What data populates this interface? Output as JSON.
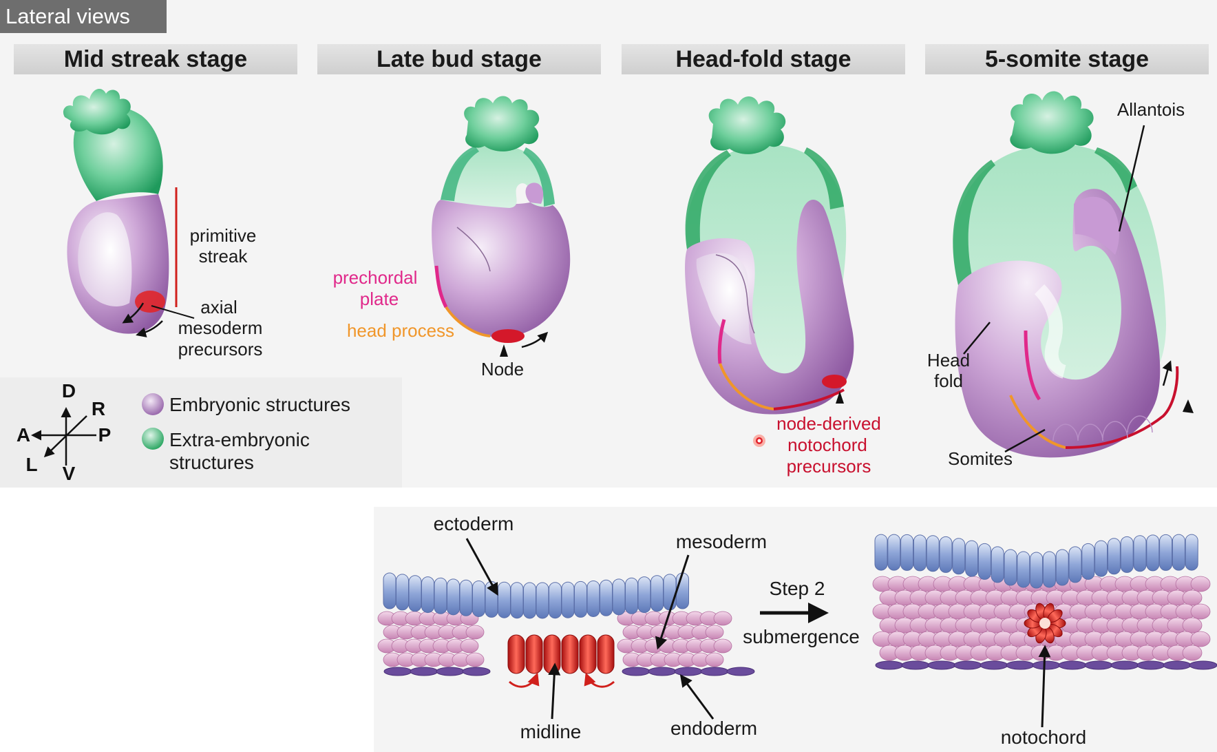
{
  "corner_tag": "Lateral views",
  "stages": [
    {
      "title": "Mid streak stage"
    },
    {
      "title": "Late bud stage"
    },
    {
      "title": "Head-fold stage"
    },
    {
      "title": "5-somite stage"
    }
  ],
  "labels": {
    "primitive_streak": [
      "primitive",
      "streak"
    ],
    "axial_mesoderm": [
      "axial",
      "mesoderm",
      "precursors"
    ],
    "prechordal_plate": [
      "prechordal",
      "plate"
    ],
    "head_process": "head process",
    "node": "Node",
    "node_derived": [
      "node-derived",
      "notochord",
      "precursors"
    ],
    "allantois": "Allantois",
    "head_fold": [
      "Head",
      "fold"
    ],
    "somites": "Somites"
  },
  "axes": {
    "D": "D",
    "V": "V",
    "A": "A",
    "P": "P",
    "R": "R",
    "L": "L"
  },
  "legend": [
    {
      "label": [
        "Embryonic structures"
      ],
      "color": "#b48cc0"
    },
    {
      "label": [
        "Extra-embryonic",
        "structures"
      ],
      "color": "#3fb580"
    }
  ],
  "section": {
    "ectoderm": "ectoderm",
    "mesoderm": "mesoderm",
    "endoderm": "endoderm",
    "midline": "midline",
    "notochord": "notochord",
    "step": "Step 2",
    "submergence": "submergence"
  },
  "colors": {
    "embryonic": "#b48cc0",
    "extra_embryonic": "#3fb580",
    "ectoderm": "#8fa6d8",
    "mesoderm": "#d9a3c8",
    "endoderm": "#6a4c9c",
    "midline": "#e02a20",
    "prechordal": "#e0288a",
    "head_process": "#f0962a",
    "node": "#c8102e"
  }
}
